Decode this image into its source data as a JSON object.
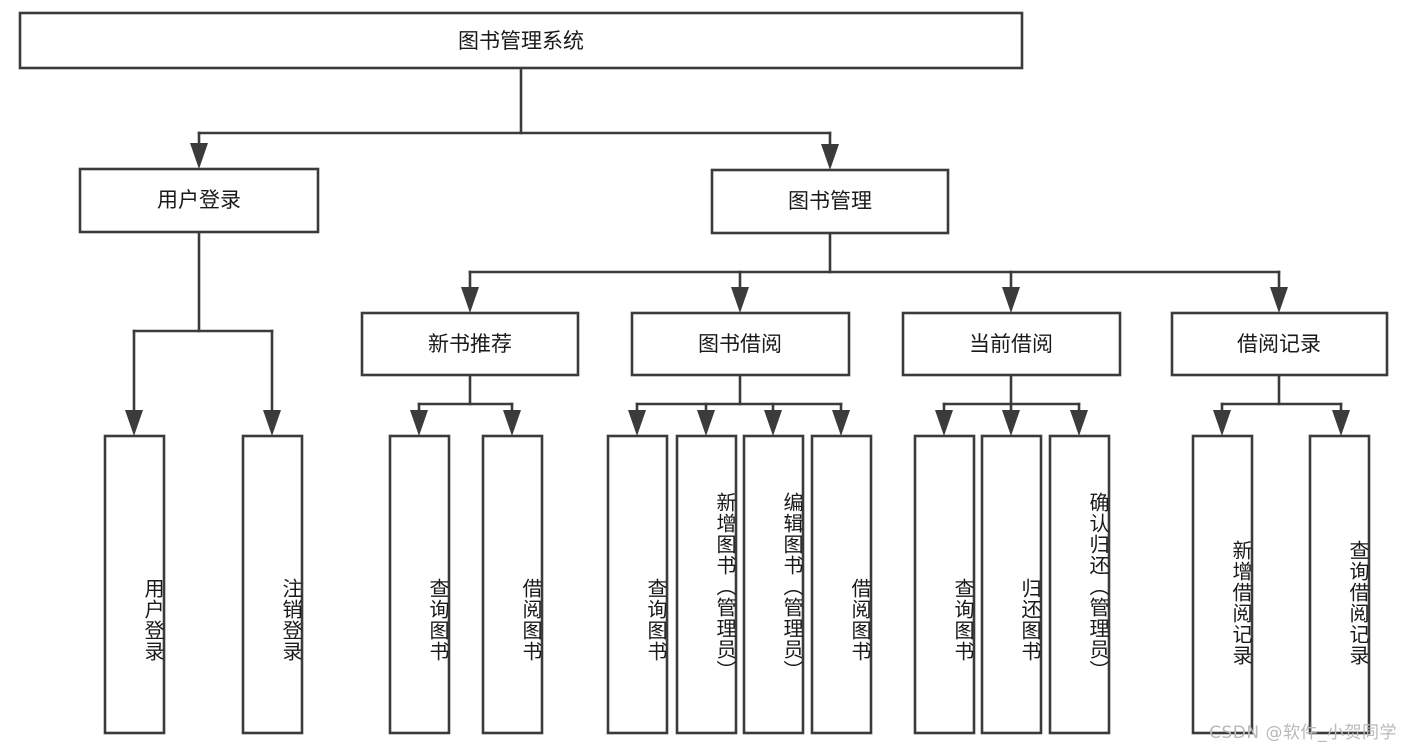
{
  "diagram": {
    "type": "tree",
    "title": "图书管理系统",
    "root": {
      "id": "root",
      "label": "图书管理系统"
    },
    "level2": [
      {
        "id": "user-login",
        "label": "用户登录"
      },
      {
        "id": "book-manage",
        "label": "图书管理"
      }
    ],
    "level3": [
      {
        "id": "new-book-recommend",
        "label": "新书推荐",
        "parent": "book-manage"
      },
      {
        "id": "book-borrow",
        "label": "图书借阅",
        "parent": "book-manage"
      },
      {
        "id": "current-borrow",
        "label": "当前借阅",
        "parent": "book-manage"
      },
      {
        "id": "borrow-record",
        "label": "借阅记录",
        "parent": "book-manage"
      }
    ],
    "leaves": [
      {
        "id": "leaf-user-login",
        "label": "用户登录",
        "parent": "user-login"
      },
      {
        "id": "leaf-user-logout",
        "label": "注销登录",
        "parent": "user-login"
      },
      {
        "id": "leaf-rec-query-book",
        "label": "查询图书",
        "parent": "new-book-recommend"
      },
      {
        "id": "leaf-rec-borrow-book",
        "label": "借阅图书",
        "parent": "new-book-recommend"
      },
      {
        "id": "leaf-borrow-query-book",
        "label": "查询图书",
        "parent": "book-borrow"
      },
      {
        "id": "leaf-borrow-add-book",
        "label": "新增图书（管理员）",
        "parent": "book-borrow"
      },
      {
        "id": "leaf-borrow-edit-book",
        "label": "编辑图书（管理员）",
        "parent": "book-borrow"
      },
      {
        "id": "leaf-borrow-borrow-book",
        "label": "借阅图书",
        "parent": "book-borrow"
      },
      {
        "id": "leaf-current-query-book",
        "label": "查询图书",
        "parent": "current-borrow"
      },
      {
        "id": "leaf-current-return-book",
        "label": "归还图书",
        "parent": "current-borrow"
      },
      {
        "id": "leaf-current-confirm-return",
        "label": "确认归还（管理员）",
        "parent": "current-borrow"
      },
      {
        "id": "leaf-record-add",
        "label": "新增借阅记录",
        "parent": "borrow-record"
      },
      {
        "id": "leaf-record-query",
        "label": "查询借阅记录",
        "parent": "borrow-record"
      }
    ],
    "colors": {
      "stroke": "#3b3b3b",
      "fill": "#ffffff",
      "text": "#1a1a1a",
      "watermark": "#b9b9b9"
    }
  },
  "watermark": {
    "text": "CSDN @软件_小贺同学"
  }
}
